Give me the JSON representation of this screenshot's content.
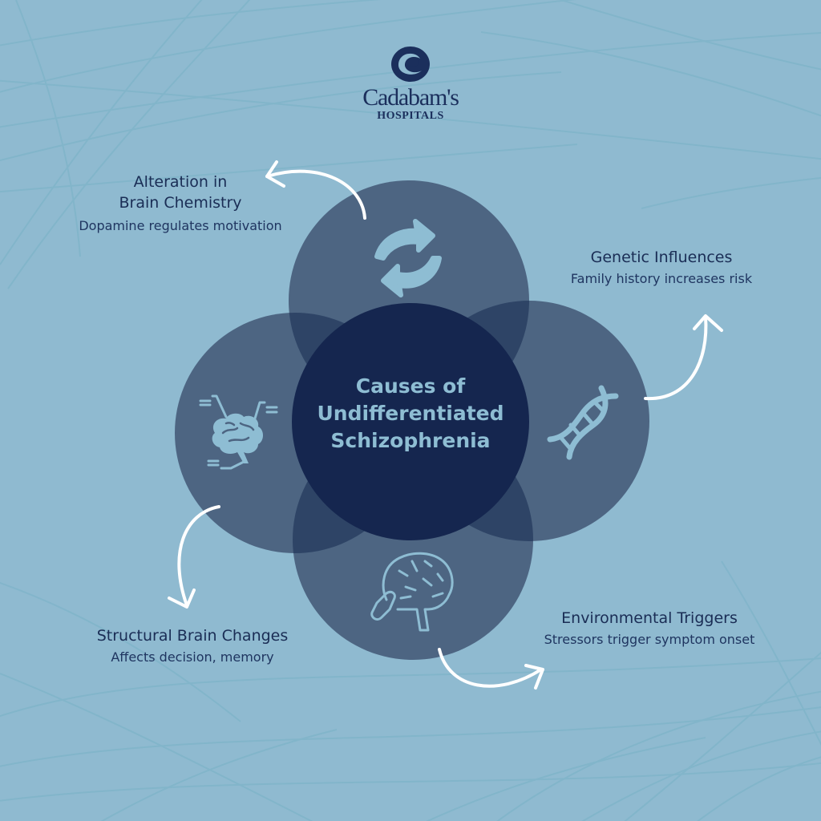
{
  "brand": {
    "name": "Cadabam's",
    "sub": "HOSPITALS",
    "icon": "swirl-c-logo-icon"
  },
  "center": {
    "title_lines": [
      "Causes of",
      "Undifferentiated",
      "Schizophrenia"
    ]
  },
  "causes": [
    {
      "title_lines": [
        "Alteration in",
        "Brain Chemistry"
      ],
      "description": "Dopamine regulates motivation",
      "icon": "refresh-arrows-icon",
      "position": "top"
    },
    {
      "title_lines": [
        "Genetic Influences"
      ],
      "description": "Family history increases risk",
      "icon": "dna-icon",
      "position": "right"
    },
    {
      "title_lines": [
        "Environmental Triggers"
      ],
      "description": "Stressors trigger symptom onset",
      "icon": "brain-hand-icon",
      "position": "bottom"
    },
    {
      "title_lines": [
        "Structural Brain Changes"
      ],
      "description": "Affects decision, memory",
      "icon": "brain-diagram-icon",
      "position": "left"
    }
  ],
  "colors": {
    "background": "#8fbad0",
    "outer_circle": "#4d6582",
    "overlap": "#2e4466",
    "center_circle": "#15264f",
    "icon": "#8ebdd3",
    "text_dark": "#1a2d55",
    "arrow": "#ffffff"
  }
}
